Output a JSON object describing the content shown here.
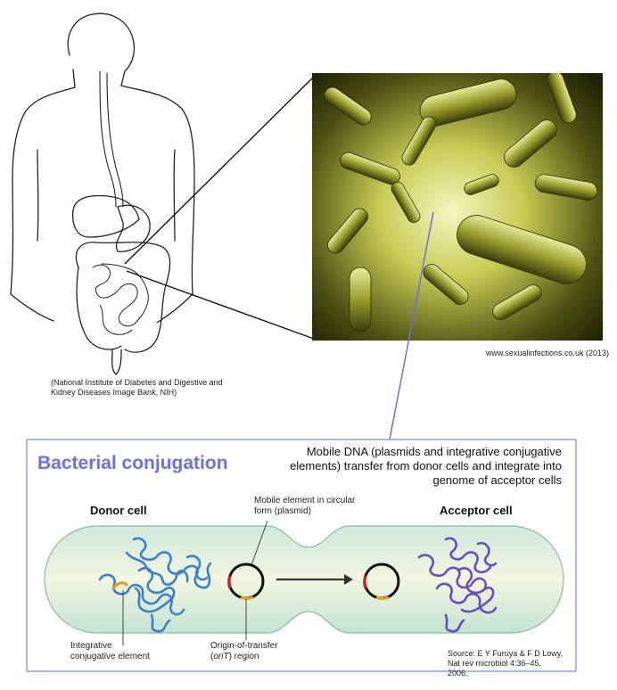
{
  "top_left_caption": "(National Institute of Diabetes and Digestive and Kidney Diseases Image Bank, NIH)",
  "photo_caption": "www.sexualinfections.co.uk (2013)",
  "panel": {
    "title": "Bacterial conjugation",
    "description": "Mobile DNA (plasmids and integrative conjugative elements) transfer from donor cells and integrate into genome of acceptor cells",
    "donor_label": "Donor cell",
    "acceptor_label": "Acceptor cell",
    "mobile_element_label": "Mobile element in circular form (plasmid)",
    "integrative_label_line1": "Integrative",
    "integrative_label_line2": "conjugative element",
    "orit_label_line1": "Origin-of-transfer",
    "orit_label_line2_pre": "(",
    "orit_label_line2_em": "oriT",
    "orit_label_line2_post": ") region",
    "source_line1": "Source: E Y Furuya & F D Lowy,",
    "source_line2": "Nat rev microbiol 4:36–45, 2006."
  },
  "colors": {
    "panel_border": "#8a8ef0",
    "title": "#6b6fe8",
    "donor_dna": "#3b7fd0",
    "acceptor_dna": "#6a4bc0",
    "plasmid_red": "#d0242c",
    "plasmid_orange": "#e39b1a"
  }
}
